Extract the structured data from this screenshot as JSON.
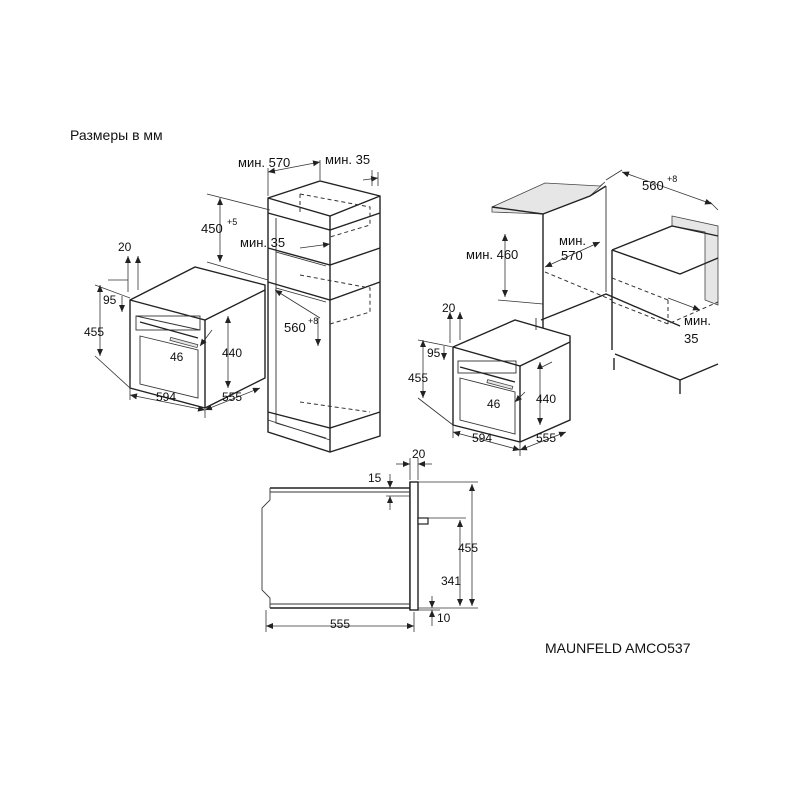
{
  "title": "Размеры в мм",
  "model": "MAUNFELD AMCO537",
  "left_oven": {
    "d20": "20",
    "d95": "95",
    "d455": "455",
    "d46": "46",
    "d440": "440",
    "d594": "594",
    "d555": "555"
  },
  "tall_cabinet": {
    "min570": "мин. 570",
    "min35_top": "мин. 35",
    "d450": "450",
    "d450_tol": "+5",
    "min35_mid": "мин. 35",
    "d560": "560",
    "d560_tol": "+8"
  },
  "base_cabinet": {
    "d560": "560",
    "d560_tol": "+8",
    "min460": "мин. 460",
    "min570_a": "мин.",
    "min570_b": "570",
    "min35_a": "мин.",
    "min35_b": "35"
  },
  "right_oven": {
    "d20": "20",
    "d95": "95",
    "d455": "455",
    "d46": "46",
    "d440": "440",
    "d594": "594",
    "d555": "555"
  },
  "side_view": {
    "d20": "20",
    "d15": "15",
    "d455": "455",
    "d341": "341",
    "d10": "10",
    "d555": "555"
  }
}
